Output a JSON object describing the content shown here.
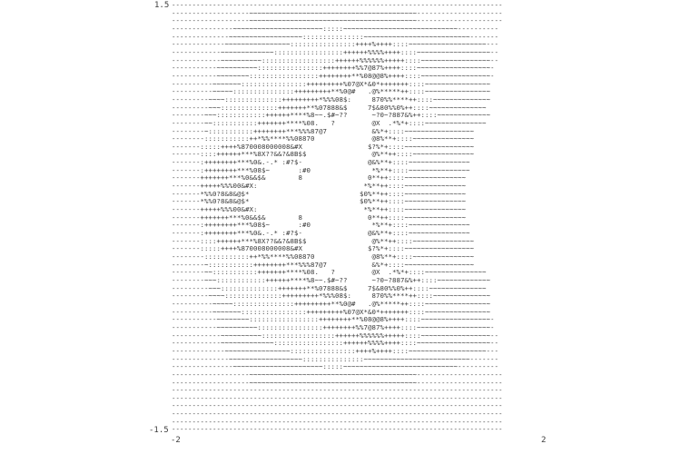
{
  "axes": {
    "y_top": "1.5",
    "y_bottom": "-1.5",
    "x_left": "-2",
    "x_right": "2"
  },
  "art": "---------------------------------------------------------------------------------\n-------------------~~~~~~~~~~~~~~~~~~~~~~~~~~~~~~~~~~~~~~~~~---------------------\n-------------------~~~~~~~~~~~~~~~~~~~~~~~~~~~~~~~~~~~~~~~~~---------------------\n---------------~~~~~~~~~~~~~~~~~~~~~~:::::~~~~~~~~~~~~~~~~~~~~~~~~~~~~----------\n--------------~~~~~~~~~~~~~~~~~~:::::::::::::::~~~~~~~~~~~~~~~~~~~~~~~~~~-------\n-------------~~~~~~~~~~~~~~~~::::::::::::::::++++%++++::::~~~~~~~~~~~~~~~~~~~---\n------------~~~~~~~~~~~~~:::::::::::::::::++++++%%%%++++::::~~~~~~~~~~~~~~~~~~--\n------------~~~~~~~~~~::::::::::::::::::++++++%%%%%%+++++::::~~~~~~~~~~~~~~~~~--\n-----------~~~~~~~~~~::::::::::::::::++++++++%%7@87%++++::::~~~~~~~~~~~~~~~~~~-\n-----------~~~~~~~~:::::::::::::::::++++++++**%08@@8%++++::::~~~~~~~~~~~~~~~~~-\n----------~~~~~~~::::::::::::::::+++++++++%07@X*&0*+++++++::::~~~~~~~~~~~~~~~~\n----------~~~~~:::::::::::::::+++++++++**%0@#   .@%*****++::::~~~~~~~~~~~~~~~~\n---------~~~~::::::::::::::+++++++++*%%%08$:     870%%****++::::~~~~~~~~~~~~~~\n---------~~~::::::::::::::+++++++**%07888&$     7$&80%%0%++::::~~~~~~~~~~~~~~\n--------~~~::::::::::::++++++****%8~~.$#~??      ~?0~?887&%++::::~~~~~~~~~~~~~\n--------~~:::::::::::+++++++****%08.   ?         @X  .*%*+::::~~~~~~~~~~~~~~~\n--------~:::::::::::++++++++***%%%87@7           &%*+::::~~~~~~~~~~~~~~~~~\n--------:::::::::::++*%%****%%08870              @8%**+::::~~~~~~~~~~~~~~~\n-------:::::++++%870008000008&#X                $?%*+::::~~~~~~~~~~~~~~~~~\n-------::::++++++***%8X??&&?&8B$$                @%**++::::~~~~~~~~~~~~~~~\n-------:++++++++***%0&.-.* :#?$-                @&%**+::::~~~~~~~~~~~~~~~\n-------:++++++++***%08$~       :#0               *%**+::::~~~~~~~~~~~~~~~\n-------+++++++***%0&&$&        8                0**++::::~~~~~~~~~~~~~~~\n-------+++++%%%00&#X:                          *%**++::::~~~~~~~~~~~~~~~\n-------*%%0?8&8&@$*                           $0%**++::::~~~~~~~~~~~~~~~\n-------*%%0?8&8&@$*                           $0%**++::::~~~~~~~~~~~~~~~\n-------+++++%%%00&#X:                          *%**++::::~~~~~~~~~~~~~~~\n-------+++++++***%0&&$&        8                0**++::::~~~~~~~~~~~~~~~\n-------:++++++++***%08$~       :#0               *%**+::::~~~~~~~~~~~~~~~\n-------:++++++++***%0&.-.* :#?$-                @&%**+::::~~~~~~~~~~~~~~~\n-------::::++++++***%8X??&&?&8B$$                @%**++::::~~~~~~~~~~~~~~~\n-------:::::++++%870008000008&#X                $?%*+::::~~~~~~~~~~~~~~~~~\n--------:::::::::::++*%%****%%08870              @8%**+::::~~~~~~~~~~~~~~~\n--------~:::::::::::++++++++***%%%87@7           &%*+::::~~~~~~~~~~~~~~~~~\n--------~~:::::::::::+++++++****%08.   ?         @X  .*%*+::::~~~~~~~~~~~~~~~\n--------~~~::::::::::::++++++****%8~~.$#~??      ~?0~?887&%++::::~~~~~~~~~~~~~\n---------~~~::::::::::::::+++++++**%07888&$     7$&80%%0%++::::~~~~~~~~~~~~~~\n---------~~~~::::::::::::::+++++++++*%%%08$:     870%%****++::::~~~~~~~~~~~~~~\n----------~~~~~:::::::::::::::+++++++++**%0@#   .@%*****++::::~~~~~~~~~~~~~~~~\n----------~~~~~~~::::::::::::::::+++++++++%07@X*&0*+++++++::::~~~~~~~~~~~~~~~~\n-----------~~~~~~~~:::::::::::::::::++++++++**%08@@8%++++::::~~~~~~~~~~~~~~~~~-\n-----------~~~~~~~~~~::::::::::::::::++++++++%%7@87%++++::::~~~~~~~~~~~~~~~~~~-\n------------~~~~~~~~~~::::::::::::::::::++++++%%%%%%+++++::::~~~~~~~~~~~~~~~~~--\n------------~~~~~~~~~~~~~:::::::::::::::::++++++%%%%++++::::~~~~~~~~~~~~~~~~~~--\n-------------~~~~~~~~~~~~~~~~::::::::::::::::++++%++++::::~~~~~~~~~~~~~~~~~~~---\n--------------~~~~~~~~~~~~~~~~~~:::::::::::::::~~~~~~~~~~~~~~~~~~~~~~~~~~-------\n---------------~~~~~~~~~~~~~~~~~~~~~~:::::~~~~~~~~~~~~~~~~~~~~~~~~~~~~----------\n-------------------~~~~~~~~~~~~~~~~~~~~~~~~~~~~~~~~~~~~~~~~~---------------------\n-------------------~~~~~~~~~~~~~~~~~~~~~~~~~~~~~~~~~~~~~~~~~---------------------\n---------------------------------------------------------------------------------\n---------------------------------------------------------------------------------\n---------------------------------------------------------------------------------\n---------------------------------------------------------------------------------\n---------------------------------------------------------------------------------\n---------------------------------------------------------------------------------"
}
